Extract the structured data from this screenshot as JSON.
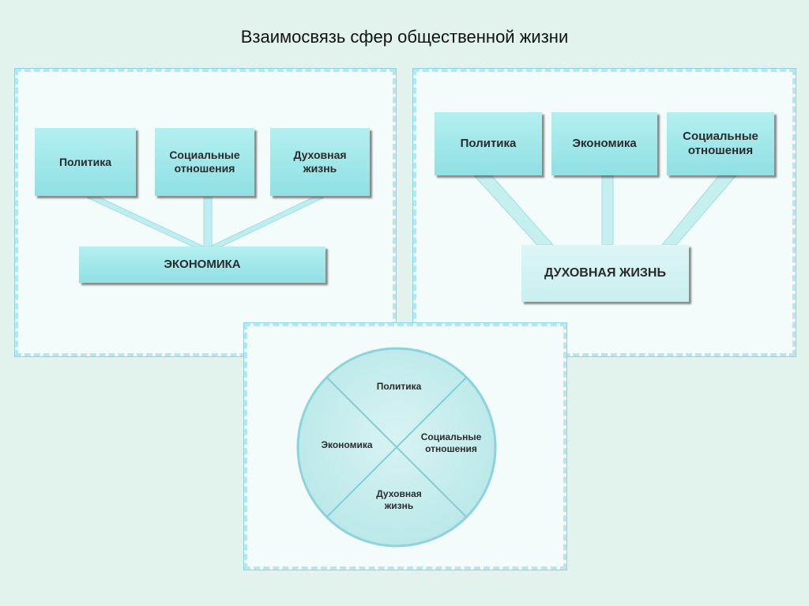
{
  "title": "Взаимосвязь сфер общественной жизни",
  "diagram1": {
    "top": [
      "Политика",
      "Социальные отношения",
      "Духовная жизнь"
    ],
    "base": "ЭКОНОМИКА"
  },
  "diagram2": {
    "top": [
      "Политика",
      "Экономика",
      "Социальные отношения"
    ],
    "base": "ДУХОВНАЯ ЖИЗНЬ"
  },
  "diagram3": {
    "top": "Политика",
    "left": "Экономика",
    "right": "Социальные отношения",
    "bottom": "Духовная жизнь"
  }
}
